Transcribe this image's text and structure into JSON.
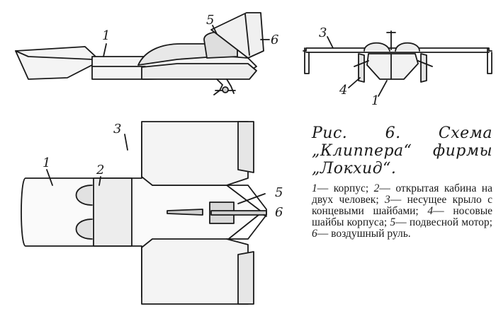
{
  "diagram": {
    "callouts": {
      "side": {
        "body": "1",
        "cabin": "5",
        "rudder": "6"
      },
      "front": {
        "wing": "3",
        "nose_plates": "4",
        "body": "1"
      },
      "top": {
        "body": "1",
        "cabin": "2",
        "wing": "3",
        "motor": "5",
        "rudder": "6"
      }
    }
  },
  "caption": {
    "title": "Рис. 6. Схема „Клиппера“ фирмы „Локхид“.",
    "legend": [
      {
        "num": "1",
        "text": "— корпус;"
      },
      {
        "num": "2",
        "text": "— открытая кабина на двух человек;"
      },
      {
        "num": "3",
        "text": "— несущее крыло с концевыми шайбами;"
      },
      {
        "num": "4",
        "text": "— носовые шайбы корпуса;"
      },
      {
        "num": "5",
        "text": "— подвесной мотор;"
      },
      {
        "num": "6",
        "text": "— воздушный руль."
      }
    ]
  }
}
